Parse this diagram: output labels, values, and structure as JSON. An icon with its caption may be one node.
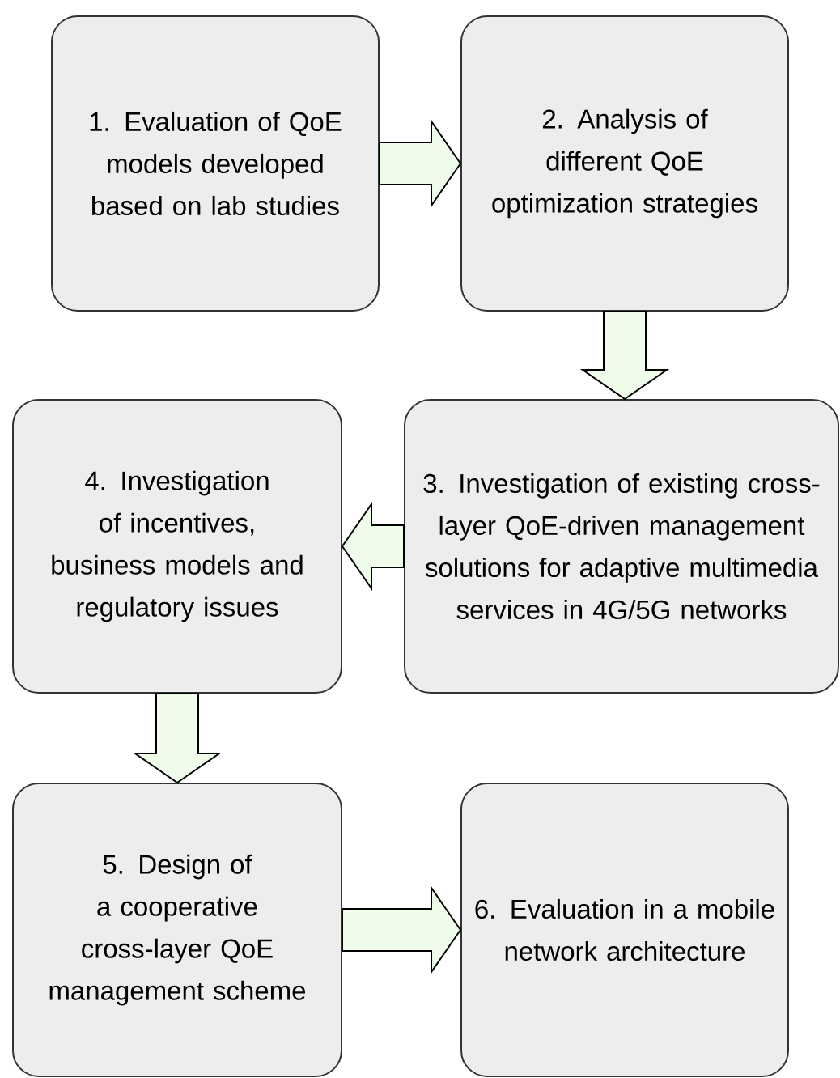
{
  "diagram": {
    "nodes": [
      {
        "text": [
          "1. Evaluation of QoE models developed based on lab studies"
        ]
      },
      {
        "text": [
          "2. Analysis of different QoE optimization strategies"
        ]
      },
      {
        "text": [
          "3. Investigation of existing cross-layer QoE-driven management solutions for adaptive multimedia services in 4G/5G networks"
        ]
      },
      {
        "text": [
          "4. Investigation of incentives, business models and regulatory issues"
        ]
      },
      {
        "text": [
          "5. Design of a cooperative cross-layer QoE management scheme"
        ]
      },
      {
        "text": [
          "6. Evaluation in a mobile network architecture"
        ]
      }
    ],
    "edges": [
      {
        "from": 0,
        "to": 1,
        "arrow": "to"
      },
      {
        "from": 1,
        "to": 2,
        "arrow": "to"
      },
      {
        "from": 2,
        "to": 3,
        "arrow": "to"
      },
      {
        "from": 3,
        "to": 4,
        "arrow": "to"
      },
      {
        "from": 4,
        "to": 5,
        "arrow": "to"
      }
    ]
  }
}
